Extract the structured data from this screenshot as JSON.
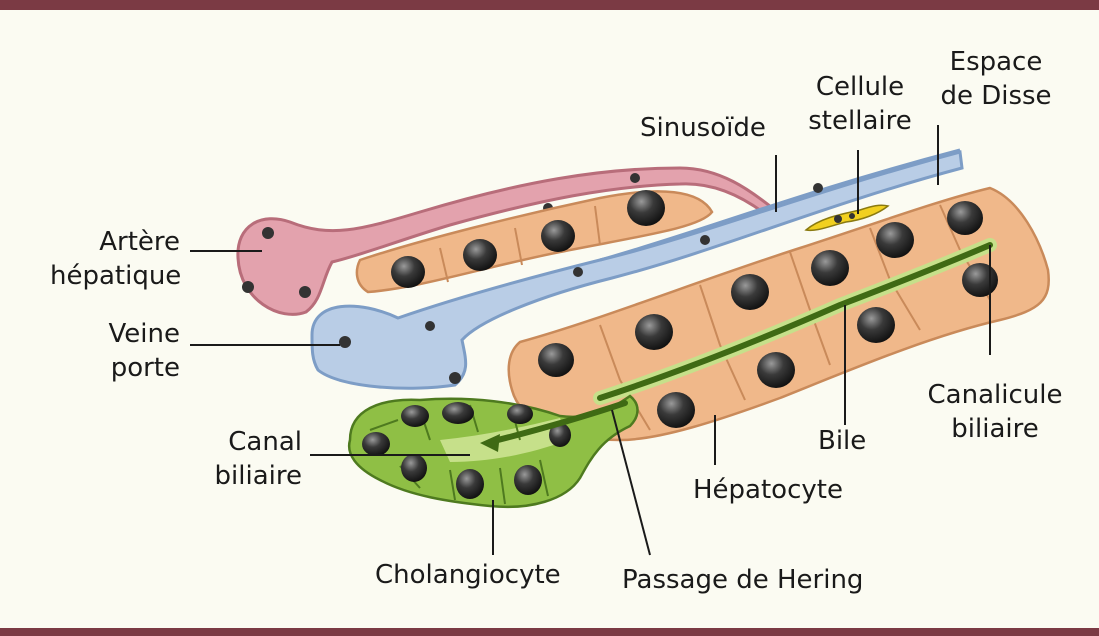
{
  "labels": {
    "artere_hepatique": [
      "Artère",
      "hépatique"
    ],
    "veine_porte": [
      "Veine",
      "porte"
    ],
    "canal_biliaire": [
      "Canal",
      "biliaire"
    ],
    "cholangiocyte": "Cholangiocyte",
    "passage_de_hering": "Passage de Hering",
    "hepatocyte": "Hépatocyte",
    "bile": "Bile",
    "canalicule_biliaire": [
      "Canalicule",
      "biliaire"
    ],
    "sinusoide": "Sinusoïde",
    "cellule_stellaire": [
      "Cellule",
      "stellaire"
    ],
    "espace_de_disse": [
      "Espace",
      "de Disse"
    ]
  },
  "colors": {
    "frame_bar": "#7b3a44",
    "background": "#fbfbf2",
    "artery": "#e3a2ad",
    "vein": "#b9cde6",
    "hepatocyte": "#f0b88a",
    "cholangiocyte": "#8fbf45",
    "bile": "#3f6a14",
    "stellate": "#f1d020",
    "nucleus": "#2b2b2b"
  }
}
